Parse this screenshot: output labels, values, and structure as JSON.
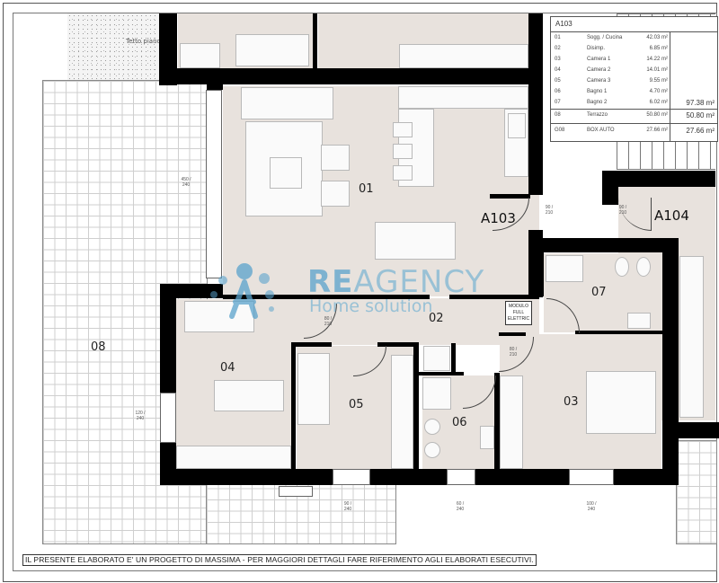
{
  "plan": {
    "apartment_current": "A103",
    "apartment_adjacent": "A104",
    "roof_label": "Tetto piano",
    "electrical_module": "MODULO FULL ELETTRIC",
    "rooms": [
      {
        "id": "01",
        "label": "01"
      },
      {
        "id": "02",
        "label": "02"
      },
      {
        "id": "03",
        "label": "03"
      },
      {
        "id": "04",
        "label": "04"
      },
      {
        "id": "05",
        "label": "05"
      },
      {
        "id": "06",
        "label": "06"
      },
      {
        "id": "07",
        "label": "07"
      },
      {
        "id": "08",
        "label": "08"
      }
    ],
    "door_dims": {
      "entry": "90 / 210",
      "interior": "80 / 210",
      "window_living": "450 / 240",
      "window_room04": "120 / 240",
      "window_05": "90 / 240",
      "window_06": "60 / 240",
      "window_03": "100 / 240"
    }
  },
  "area_table": {
    "title": "A103",
    "rows": [
      {
        "code": "01",
        "name": "Sogg. / Cucina",
        "area": "42.03 m²",
        "total": ""
      },
      {
        "code": "02",
        "name": "Disimp.",
        "area": "6.85 m²",
        "total": ""
      },
      {
        "code": "03",
        "name": "Camera 1",
        "area": "14.22 m²",
        "total": ""
      },
      {
        "code": "04",
        "name": "Camera 2",
        "area": "14.01 m²",
        "total": ""
      },
      {
        "code": "05",
        "name": "Camera 3",
        "area": "9.55 m²",
        "total": ""
      },
      {
        "code": "06",
        "name": "Bagno 1",
        "area": "4.70 m²",
        "total": ""
      },
      {
        "code": "07",
        "name": "Bagno 2",
        "area": "6.02 m²",
        "total": "97.38 m²"
      },
      {
        "code": "08",
        "name": "Terrazzo",
        "area": "50.80 m²",
        "total": "50.80 m²"
      },
      {
        "code": "G08",
        "name": "BOX AUTO",
        "area": "27.66 m²",
        "total": "27.66 m²"
      }
    ]
  },
  "watermark": {
    "brand_bold": "RE",
    "brand_rest": "AGENCY",
    "tagline": "Home solution",
    "color": "#5aa3cc"
  },
  "disclaimer": "IL PRESENTE ELABORATO E' UN PROGETTO DI MASSIMA - PER MAGGIORI DETTAGLI FARE RIFERIMENTO AGLI ELABORATI ESECUTIVI.",
  "colors": {
    "floor": "#e8e2dd",
    "wall": "#000000",
    "terrace_grid": "#cfcfcf"
  }
}
